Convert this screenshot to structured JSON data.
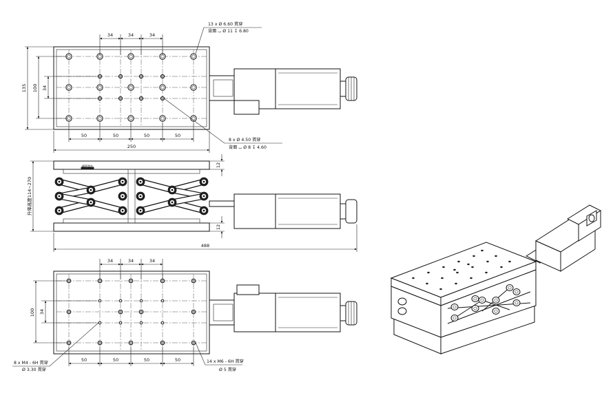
{
  "top_view": {
    "dims": {
      "pitch_top_1": "34",
      "pitch_top_2": "34",
      "pitch_top_3": "34",
      "height_total": "135",
      "height_mid": "100",
      "height_inner": "34",
      "spacing_1": "50",
      "spacing_2": "50",
      "spacing_3": "50",
      "spacing_4": "50",
      "length": "250"
    },
    "callouts": {
      "through_holes_line1": "13 x Ø 6.60 貫穿",
      "through_holes_line2": "背面 ⌴ Ø 11 ↧ 6.80",
      "inner_holes_line1": "8 x Ø 4.50 貫穿",
      "inner_holes_line2": "背面 ⌴ Ø 8 ↧ 4.60"
    }
  },
  "side_view": {
    "dims": {
      "stroke_label": "升降高度114~270",
      "top_plate": "12",
      "bottom_plate": "12",
      "overall_length": "488"
    },
    "nameplate": "精密滑台"
  },
  "bottom_view": {
    "dims": {
      "pitch_top_1": "34",
      "pitch_top_2": "34",
      "pitch_top_3": "34",
      "height_mid": "100",
      "height_inner": "34",
      "spacing_1": "50",
      "spacing_2": "50",
      "spacing_3": "50",
      "spacing_4": "50"
    },
    "callouts": {
      "left_line1": "8 x M4 - 6H 貫穿",
      "left_line2": "Ø 3.30 貫穿",
      "right_line1": "14 x M6 - 6H 貫穿",
      "right_line2": "Ø 5 貫穿"
    }
  }
}
